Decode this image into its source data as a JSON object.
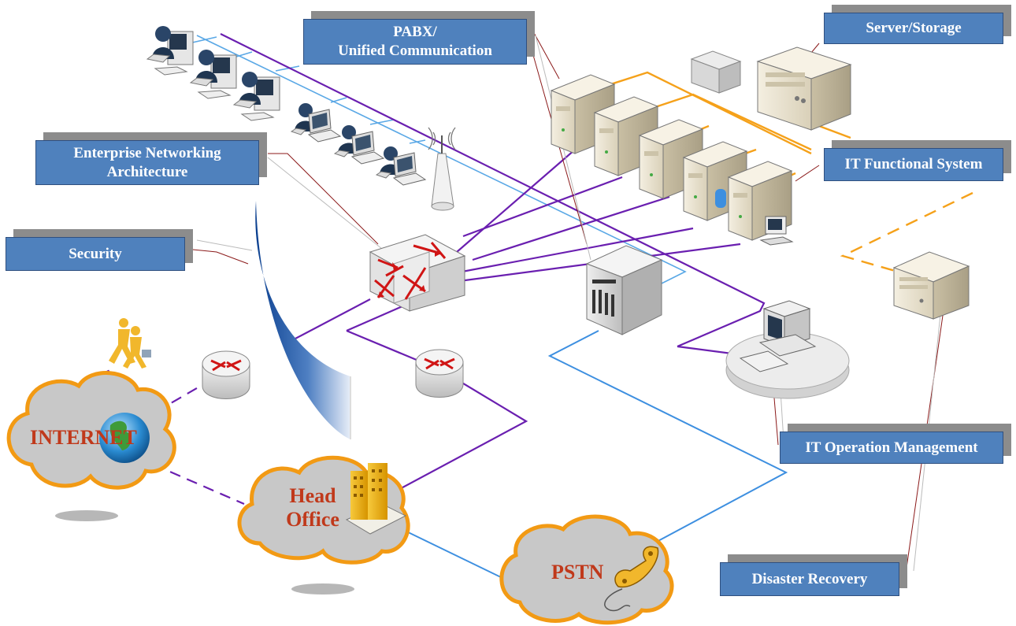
{
  "labels": {
    "pabx_line1": "PABX/",
    "pabx_line2": "Unified Communication",
    "server_storage": "Server/Storage",
    "enterprise_line1": "Enterprise Networking",
    "enterprise_line2": "Architecture",
    "it_functional": "IT Functional System",
    "security": "Security",
    "it_operation": "IT Operation Management",
    "disaster_recovery": "Disaster Recovery"
  },
  "clouds": {
    "internet": "INTERNET",
    "head_office_line1": "Head",
    "head_office_line2": "Office",
    "pstn": "PSTN"
  },
  "colors": {
    "label_fill": "#4f81bd",
    "label_shadow": "#8c8c8c",
    "network_purple": "#6a1fb0",
    "pstn_blue": "#3d8fe0",
    "lan_blue": "#5aa8e6",
    "storage_orange": "#f5a11a",
    "cloud_fill": "#c8c8c8",
    "cloud_outline": "#f29a14",
    "cloud_text": "#c0391b",
    "router_arrow": "#d01515"
  },
  "icons": [
    "user-workstation-icon",
    "laptop-user-icon",
    "wireless-antenna-icon",
    "core-switch-icon",
    "router-icon",
    "server-rack-icon",
    "storage-box-icon",
    "globe-icon",
    "building-icon",
    "telephone-icon",
    "walking-people-icon",
    "ops-workstation-icon",
    "backup-server-icon",
    "firewall-shield-icon"
  ]
}
